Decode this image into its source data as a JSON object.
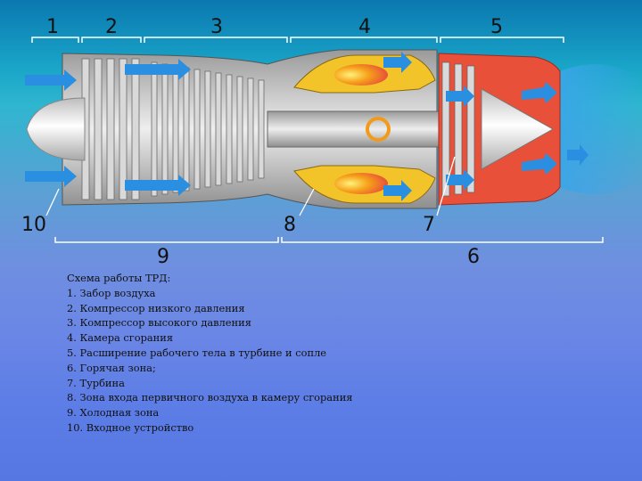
{
  "diagram": {
    "callouts": {
      "n1": "1",
      "n2": "2",
      "n3": "3",
      "n4": "4",
      "n5": "5",
      "n6": "6",
      "n7": "7",
      "n8": "8",
      "n9": "9",
      "n10": "10"
    },
    "legend": {
      "title": "Схема работы ТРД:",
      "items": [
        "1. Забор воздуха",
        "2. Компрессор низкого давления",
        "3. Компрессор высокого давления",
        "4. Камера сгорания",
        "5. Расширение рабочего тела в турбине и сопле",
        "6. Горячая зона;",
        "7. Турбина",
        "8. Зона входа первичного воздуха в камеру сгорания",
        "9. Холодная зона",
        "10. Входное устройство"
      ]
    },
    "colors": {
      "casing": "#c8c8c8",
      "hot_zone": "#e8503a",
      "flame": "#f3a21b",
      "air_arrow": "#2a8fe0",
      "bracket": "#ffffff"
    }
  }
}
